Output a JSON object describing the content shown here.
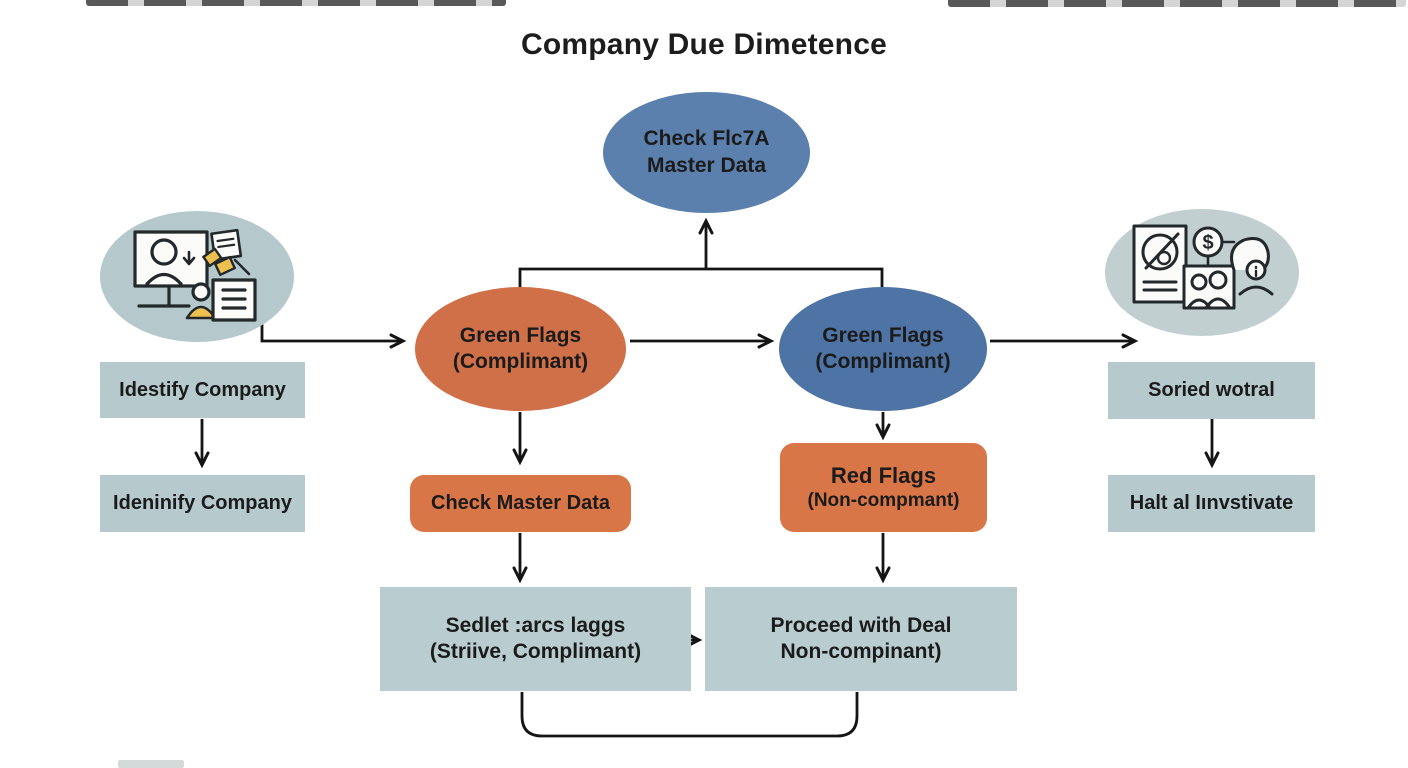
{
  "title": "Company Due Dimetence",
  "colors": {
    "top_ellipse_blue": "#5b80ad",
    "mid_ellipse_blue": "#4e73a5",
    "ellipse_orange": "#cf7049",
    "box_orange": "#d87647",
    "panel_gray_blue": "#b6cace",
    "pictogram_gray_blue": "#b5c9cd",
    "ink": "#1b1b1b",
    "accent_yellow": "#eec050"
  },
  "nodes": {
    "check_fica": {
      "line1": "Check Flc7A",
      "line2": "Master Data"
    },
    "green_flags_left": {
      "line1": "Green Flags",
      "line2": "(Complimant)"
    },
    "green_flags_right": {
      "line1": "Green Flags",
      "line2": "(Complimant)"
    },
    "identify_company_1": {
      "label": "Idestify Company"
    },
    "identify_company_2": {
      "label": "Ideninify Company"
    },
    "check_master_data": {
      "label": "Check Master Data"
    },
    "red_flags": {
      "line1": "Red Flags",
      "line2": "(Non-compmant)"
    },
    "sorted_wotral": {
      "label": "Soried wotral"
    },
    "halt_investigate": {
      "label": "Halt al Iınvstivate"
    },
    "select_arcs": {
      "line1": "Sedlet :arcs laggs",
      "line2": "(Striive, Complimant)"
    },
    "proceed_deal": {
      "line1": "Proceed with Deal",
      "line2": "Non-compinant)"
    }
  },
  "icons": {
    "left_illustration": {
      "name": "company-research-illustration",
      "parts": [
        "monitor-person-icon",
        "download-arrow-icon",
        "worker-person-icon",
        "document-list-icon",
        "stamp-icon",
        "note-icon"
      ]
    },
    "right_illustration": {
      "name": "review-report-illustration",
      "dollar_glyph": "$",
      "parts": [
        "report-prohibited-icon",
        "dollar-coin-icon",
        "people-card-icon",
        "person-info-icon"
      ]
    }
  }
}
